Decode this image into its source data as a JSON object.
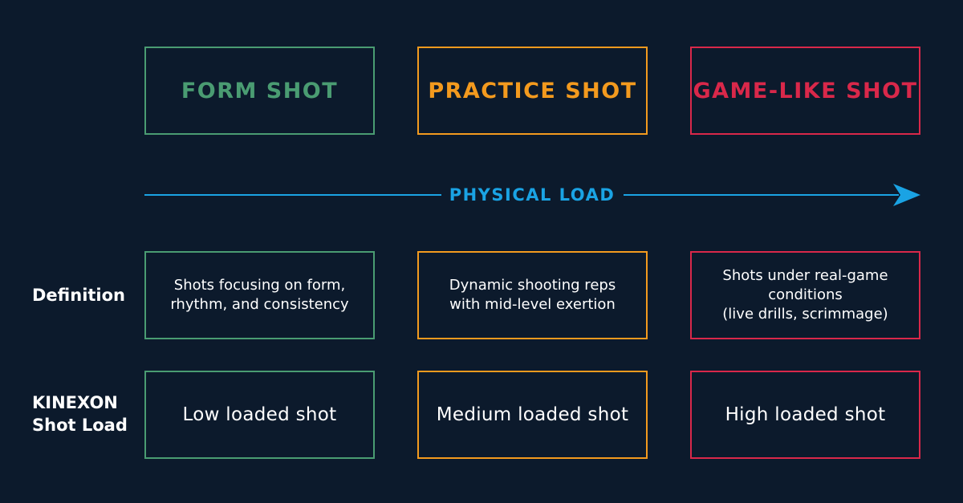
{
  "columns": [
    {
      "heading": "FORM SHOT",
      "definition": "Shots focusing on form,\nrhythm, and consistency",
      "load": "Low loaded shot",
      "color": "#4a9c72"
    },
    {
      "heading": "PRACTICE SHOT",
      "definition": "Dynamic shooting reps\nwith mid-level exertion",
      "load": "Medium loaded shot",
      "color": "#f39a1e"
    },
    {
      "heading": "GAME-LIKE SHOT",
      "definition": "Shots under real-game\nconditions\n(live drills, scrimmage)",
      "load": "High loaded shot",
      "color": "#d9284a"
    }
  ],
  "axis": {
    "label": "PHYSICAL LOAD",
    "color": "#1aa3e4"
  },
  "row_labels": {
    "definition": "Definition",
    "shot_load_line1": "KINEXON",
    "shot_load_line2": "Shot Load"
  },
  "background": "#0c1a2c"
}
